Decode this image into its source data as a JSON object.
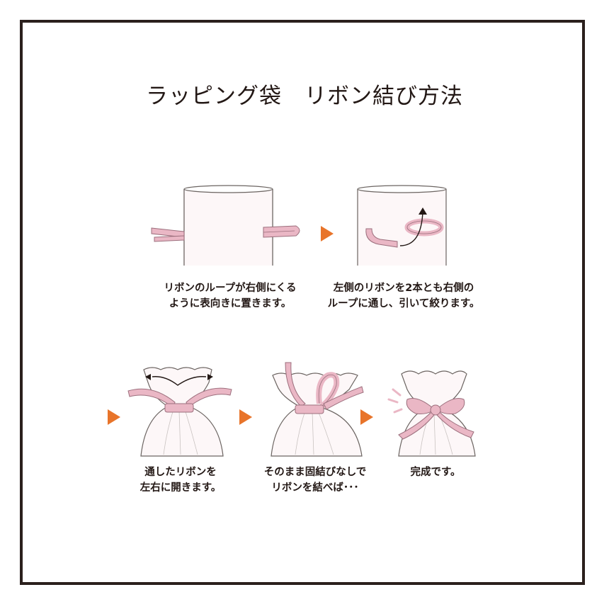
{
  "title": "ラッピング袋　リボン結び方法",
  "colors": {
    "frame": "#2b201d",
    "ribbon": "#eab7c5",
    "ribbon_dark": "#9c6f7d",
    "bag": "#fdf7f8",
    "line": "#6b6461",
    "arrow": "#e8742a",
    "text": "#231815"
  },
  "steps": [
    {
      "line1": "リボンのループが右側にくる",
      "line2": "ように表向きに置きます。"
    },
    {
      "line1": "左側のリボンを2本とも右側の",
      "line2": "ループに通し、引いて絞ります。"
    },
    {
      "line1": "通したリボンを",
      "line2": "左右に開きます。"
    },
    {
      "line1": "そのまま固結びなしで",
      "line2": "リボンを結べば･･･"
    },
    {
      "line1": "完成です。",
      "line2": ""
    }
  ]
}
